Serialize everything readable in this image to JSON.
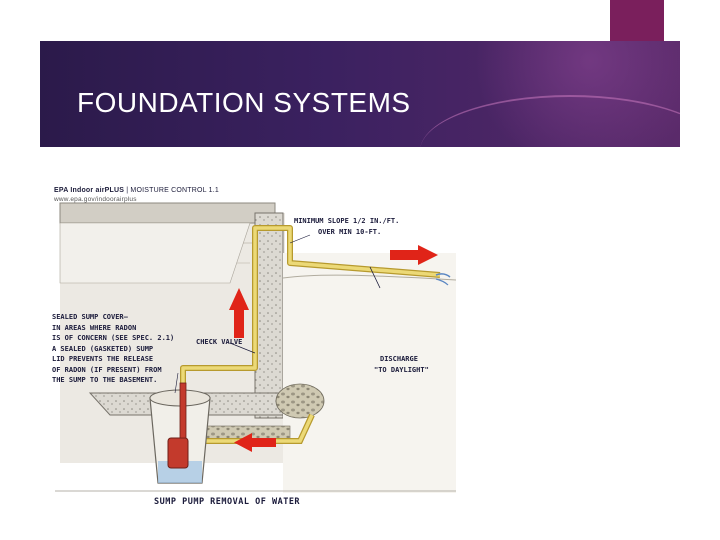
{
  "slide": {
    "title": "FOUNDATION SYSTEMS"
  },
  "figure": {
    "header_line1_bold": "EPA Indoor airPLUS",
    "header_line1_rest": " | MOISTURE CONTROL 1.1",
    "header_line2": "www.epa.gov/indoorairplus",
    "slope_label_line1": "MINIMUM SLOPE 1/2 IN./FT.",
    "slope_label_line2": "OVER MIN 10-FT.",
    "sealed_cover_lines": [
      "SEALED SUMP COVER–",
      "IN AREAS WHERE RADON",
      "IS OF CONCERN (SEE SPEC. 2.1)",
      "A SEALED (GASKETED) SUMP",
      "LID PREVENTS THE RELEASE",
      "OF RADON (IF PRESENT) FROM",
      "THE SUMP TO THE BASEMENT."
    ],
    "check_valve_label": "CHECK VALVE",
    "discharge_line1": "DISCHARGE",
    "discharge_line2": "\"TO DAYLIGHT\"",
    "caption": "SUMP PUMP REMOVAL OF WATER"
  },
  "colors": {
    "title_band": "#3b2160",
    "accent_tab": "#7a1f5c",
    "arrow_red": "#e02418",
    "pipe_yellow": "#e8d56a",
    "concrete": "#d9d6cf"
  }
}
